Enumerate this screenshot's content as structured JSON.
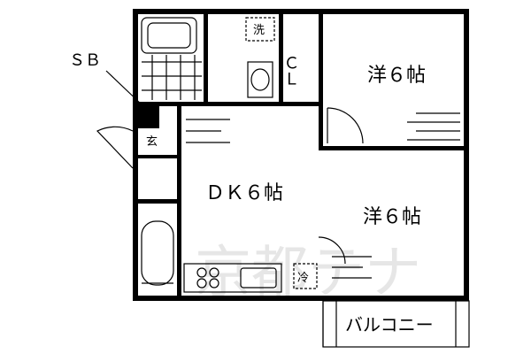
{
  "plan": {
    "rooms": {
      "western_top": "洋６帖",
      "western_bottom": "洋６帖",
      "dk": "ＤＫ６帖",
      "balcony": "バルコニー",
      "closet": "ＣＬ",
      "entrance": "玄"
    },
    "fixtures": {
      "washer": "洗",
      "fridge": "冷"
    },
    "callouts": {
      "shoe_box": "ＳＢ"
    },
    "watermark": "京都テナ"
  }
}
